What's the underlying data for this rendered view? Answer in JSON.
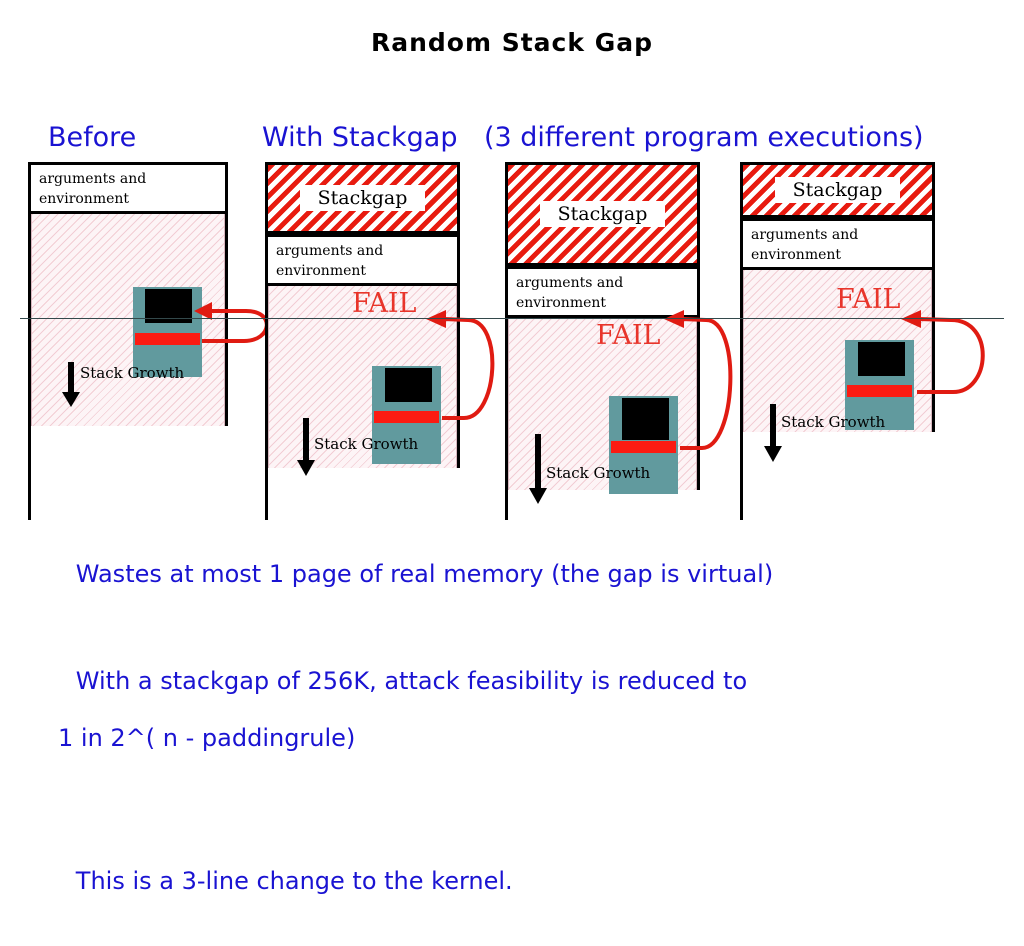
{
  "slide": {
    "title": "Random Stack Gap",
    "headers": {
      "before": "Before",
      "with_stackgap": "With Stackgap",
      "executions": "(3 different program executions)"
    },
    "labels": {
      "arguments_and_environment": "arguments and\nenvironment",
      "stackgap": "Stackgap",
      "stack_growth": "Stack\nGrowth",
      "fail": "FAIL"
    },
    "bullets": [
      {
        "line1": "Wastes at most 1 page of real memory (the gap is virtual)",
        "line2": ""
      },
      {
        "line1": "With a stackgap of 256K, attack feasibility is reduced to",
        "line2": "1 in 2^( n - paddingrule)"
      },
      {
        "line1": "This is a 3-line change to the kernel.",
        "line2": ""
      }
    ],
    "colors": {
      "heading_blue": "#1a13d2",
      "fail_red": "#e8352b",
      "hatch_red": "#e81b10",
      "hatch_pink": "#f2cdd4",
      "object_teal": "#619a9e",
      "object_red": "#fb1b12",
      "arrow_red": "#e01b12",
      "outline_black": "#000000"
    },
    "columns": [
      {
        "name": "before",
        "has_stackgap": false,
        "fail": false,
        "arguments_label": "arguments and\nenvironment",
        "stack_growth_label": "Stack\nGrowth"
      },
      {
        "name": "execution-1",
        "has_stackgap": true,
        "stackgap_label": "Stackgap",
        "fail": true,
        "fail_label": "FAIL",
        "arguments_label": "arguments and\nenvironment",
        "stack_growth_label": "Stack\nGrowth"
      },
      {
        "name": "execution-2",
        "has_stackgap": true,
        "stackgap_label": "Stackgap",
        "fail": true,
        "fail_label": "FAIL",
        "arguments_label": "arguments and\nenvironment",
        "stack_growth_label": "Stack\nGrowth"
      },
      {
        "name": "execution-3",
        "has_stackgap": true,
        "stackgap_label": "Stackgap",
        "fail": true,
        "fail_label": "FAIL",
        "arguments_label": "arguments and\nenvironment",
        "stack_growth_label": "Stack\nGrowth"
      }
    ]
  }
}
